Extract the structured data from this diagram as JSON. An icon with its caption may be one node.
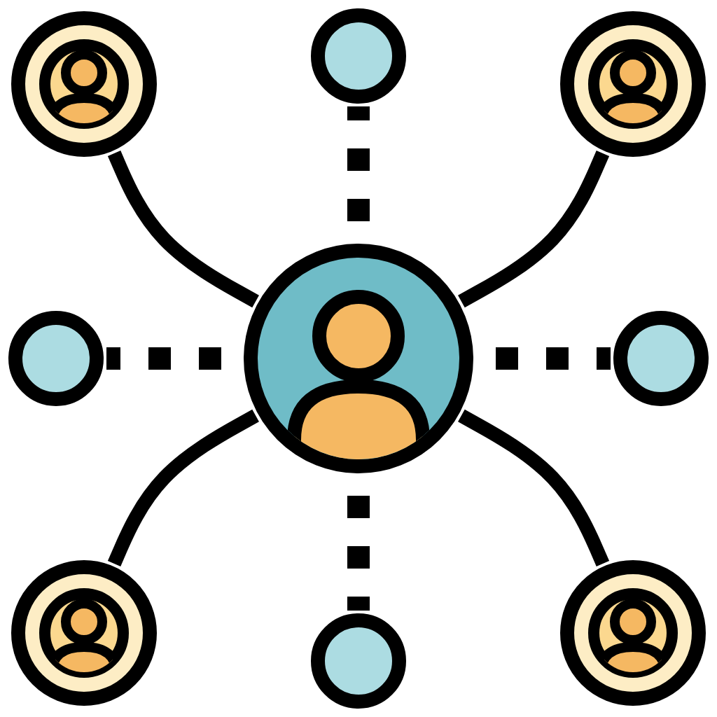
{
  "diagram": {
    "nodes": [
      {
        "text": [],
        "shape": "person"
      },
      {
        "text": [],
        "shape": "circle"
      },
      {
        "text": [],
        "shape": "person"
      },
      {
        "text": [],
        "shape": "circle"
      },
      {
        "text": [],
        "shape": "person"
      },
      {
        "text": [],
        "shape": "circle"
      },
      {
        "text": [],
        "shape": "person"
      },
      {
        "text": [],
        "shape": "circle"
      },
      {
        "text": [],
        "shape": "person"
      }
    ],
    "edges": [
      {
        "from": 4,
        "to": 0,
        "arrow": "none"
      },
      {
        "from": 4,
        "to": 1,
        "arrow": "none",
        "style": "dashed"
      },
      {
        "from": 4,
        "to": 2,
        "arrow": "none"
      },
      {
        "from": 4,
        "to": 3,
        "arrow": "none",
        "style": "dashed"
      },
      {
        "from": 4,
        "to": 5,
        "arrow": "none",
        "style": "dashed"
      },
      {
        "from": 4,
        "to": 6,
        "arrow": "none"
      },
      {
        "from": 4,
        "to": 7,
        "arrow": "none",
        "style": "dashed"
      },
      {
        "from": 4,
        "to": 8,
        "arrow": "none"
      }
    ]
  }
}
